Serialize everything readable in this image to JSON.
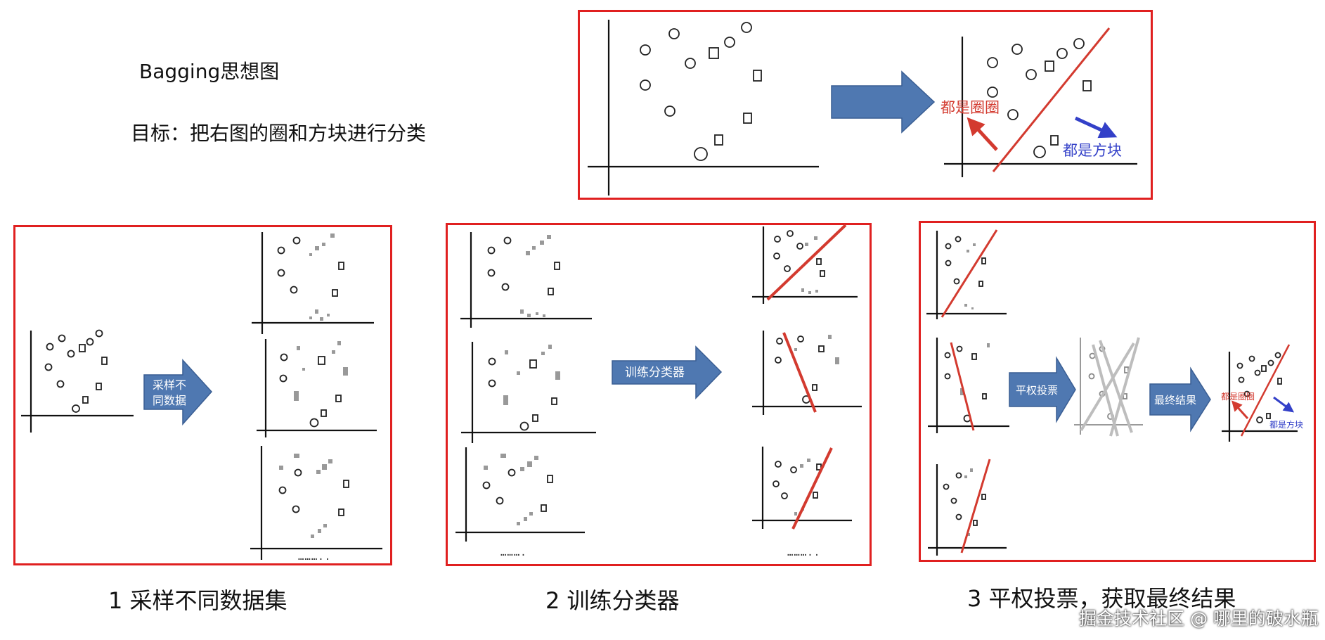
{
  "title": "Bagging思想图",
  "goal": "目标：把右图的圈和方块进行分类",
  "top_panel": {
    "label_circles": "都是圈圈",
    "label_squares": "都是方块",
    "colors": {
      "circles_label": "#d33a2f",
      "squares_label": "#3340c8"
    }
  },
  "step1": {
    "arrow_label_line1": "采样不",
    "arrow_label_line2": "同数据",
    "caption": "1 采样不同数据集",
    "ellipsis": "……….."
  },
  "step2": {
    "arrow_label": "训练分类器",
    "caption": "2 训练分类器",
    "ellipsis_left": "……….",
    "ellipsis_right": "……….."
  },
  "step3": {
    "arrow_vote": "平权投票",
    "arrow_final": "最终结果",
    "mini_label_circles": "都是圈圈",
    "mini_label_squares": "都是方块",
    "caption": "3 平权投票，获取最终结果"
  },
  "watermark": "掘金技术社区 @ 哪里的破水瓶",
  "colors": {
    "panel_border": "#e02020",
    "arrow_fill": "#4f78b1",
    "red_line": "#d33a2f",
    "blue_arrow": "#3340c8"
  }
}
